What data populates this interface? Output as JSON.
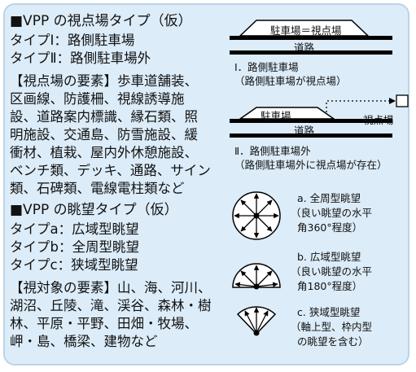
{
  "left": {
    "section1": {
      "heading": "■VPP の視点場タイプ（仮）",
      "types": [
        "タイプⅠ：路側駐車場",
        "タイプⅡ：路側駐車場外"
      ],
      "elements_lines": [
        "【視点場の要素】歩車道舗装、",
        "区画線、防護柵、視線誘導施",
        "設、道路案内標識、縁石類、照",
        "明施設、交通島、防雪施設、緩",
        "衝材、植栽、屋内外休憩施設、",
        "ベンチ類、デッキ、通路、サイン",
        "類、石碑類、電線電柱類など"
      ]
    },
    "section2": {
      "heading": "■VPP の眺望タイプ（仮）",
      "types": [
        "タイプa：広域型眺望",
        "タイプb：全周型眺望",
        "タイプc：狭域型眺望"
      ],
      "elements_lines": [
        "【視対象の要素】山、海、河川、",
        "湖沼、丘陵、滝、渓谷、森林・樹",
        "林、平原・平野、田畑・牧場、",
        "岬・島、橋梁、建物など"
      ]
    }
  },
  "right": {
    "diagram1": {
      "top_label": "駐車場＝視点場",
      "road_label": "道路",
      "caption_lines": [
        "Ⅰ．路側駐車場",
        "（路側駐車場が視点場）"
      ]
    },
    "diagram2": {
      "parking_label": "駐車場",
      "road_label": "道路",
      "viewpoint_label": "視点場",
      "caption_lines": [
        "Ⅱ．路側駐車場外",
        "（路側駐車場外に視点場が存在）"
      ]
    },
    "view_a": {
      "lines": [
        "a. 全周型眺望",
        "（良い眺望の水平",
        "角360°程度）"
      ]
    },
    "view_b": {
      "lines": [
        "b. 広域型眺望",
        "（良い眺望の水平",
        "角180°程度）"
      ]
    },
    "view_c": {
      "lines": [
        "c. 狭域型眺望",
        "（軸上型、枠内型",
        "の眺望を含む）"
      ]
    }
  }
}
